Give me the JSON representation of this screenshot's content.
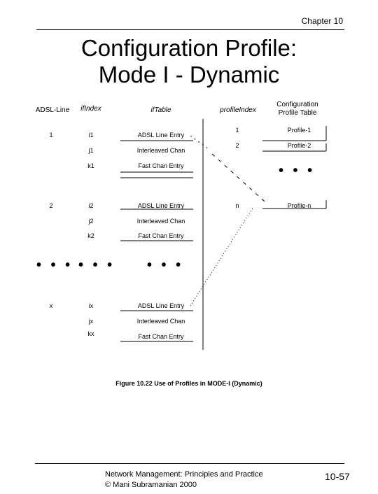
{
  "header": {
    "chapter": "Chapter 10"
  },
  "title": {
    "line1": "Configuration Profile:",
    "line2": "Mode I - Dynamic"
  },
  "figure": {
    "headers": {
      "adsl_line": "ADSL-Line",
      "if_index": "ifIndex",
      "if_table": "ifTable",
      "profile_index": "profileIndex",
      "config_table_1": "Configuration",
      "config_table_2": "Profile Table"
    },
    "adsl_lines": [
      "1",
      "2",
      "x"
    ],
    "if_indices": [
      "i1",
      "j1",
      "k1",
      "i2",
      "j2",
      "k2",
      "ix",
      "jx",
      "kx"
    ],
    "if_entries": [
      "ADSL Line Entry",
      "Interleaved Chan",
      "Fast Chan Entry",
      "ADSL Line Entry",
      "Interleaved Chan",
      "Fast Chan Entry",
      "ADSL Line Entry",
      "Interleaved Chan",
      "Fast Chan Entry"
    ],
    "profile_indices": [
      "1",
      "2",
      "n"
    ],
    "profiles": [
      "Profile-1",
      "Profile-2",
      "Profile-n"
    ],
    "ellipsis": "• • •",
    "caption": "Figure 10.22 Use of Profiles in MODE-I (Dynamic)"
  },
  "footer": {
    "line1": "Network Management: Principles and Practice",
    "line2": "©  Mani Subramanian 2000",
    "page": "10-57"
  }
}
